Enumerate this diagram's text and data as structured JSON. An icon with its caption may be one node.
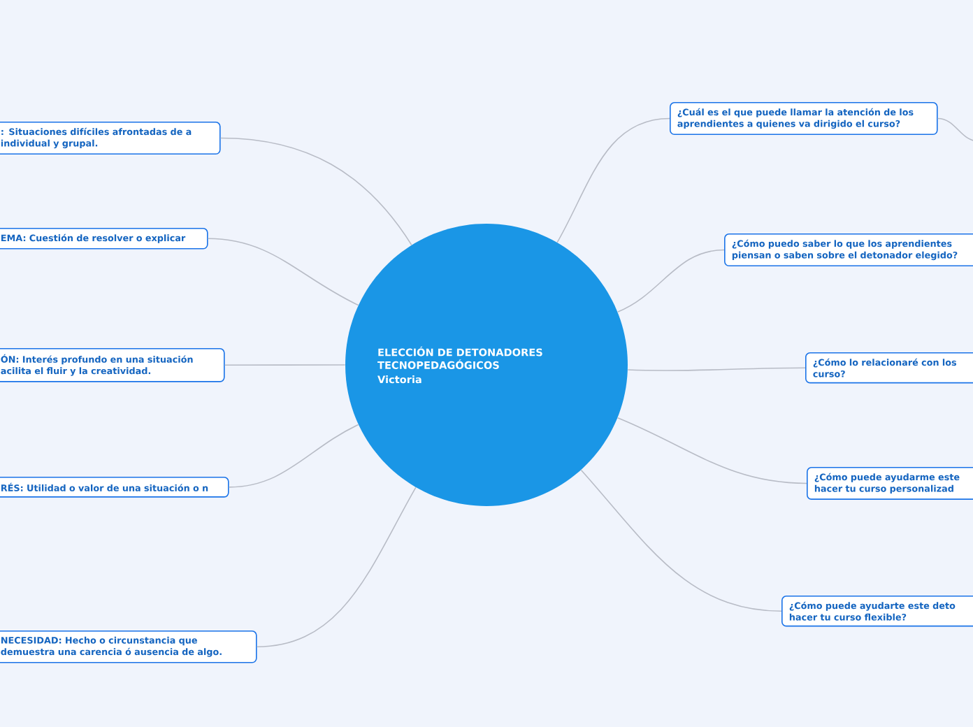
{
  "diagram": {
    "nodes": [
      {
        "text": [
          "ELECCIÓN DE DETONADORES TECNOPEDAGÓGICOS",
          "Victoria"
        ]
      },
      {
        "text": [
          "¿Cuál es el que puede llamar la atención de los aprendientes a quienes va dirigido el curso?"
        ]
      },
      {
        "text": [
          "¿Cómo puedo saber lo que los aprendientes piensan o saben sobre el detonador elegido?"
        ]
      },
      {
        "text": [
          "¿Cómo lo relacionaré con los curso?"
        ]
      },
      {
        "text": [
          "¿Cómo puede ayudarme este hacer tu curso personalizad"
        ]
      },
      {
        "text": [
          "¿Cómo puede ayudarte este deto hacer tu curso flexible?"
        ]
      },
      {
        "text": [
          ": Situaciones difíciles afrontadas de a individual y grupal."
        ]
      },
      {
        "text": [
          "EMA: Cuestión de resolver o explicar"
        ]
      },
      {
        "text": [
          "ÓN: Interés profundo en una situación acilita el fluir y la creatividad."
        ]
      },
      {
        "text": [
          "RÉS: Utilidad o valor de una situación o n"
        ]
      },
      {
        "text": [
          "NECESIDAD: Hecho o circunstancia que demuestra una carencia ó ausencia de algo."
        ]
      }
    ],
    "edges": [
      {
        "from": 0,
        "to": 1,
        "arrow": "none"
      },
      {
        "from": 0,
        "to": 2,
        "arrow": "none"
      },
      {
        "from": 0,
        "to": 3,
        "arrow": "none"
      },
      {
        "from": 0,
        "to": 4,
        "arrow": "none"
      },
      {
        "from": 0,
        "to": 5,
        "arrow": "none"
      },
      {
        "from": 0,
        "to": 6,
        "arrow": "none"
      },
      {
        "from": 0,
        "to": 7,
        "arrow": "none"
      },
      {
        "from": 0,
        "to": 8,
        "arrow": "none"
      },
      {
        "from": 0,
        "to": 9,
        "arrow": "none"
      },
      {
        "from": 0,
        "to": 10,
        "arrow": "none"
      },
      {
        "from": 1,
        "to": null,
        "arrow": "none"
      }
    ]
  }
}
